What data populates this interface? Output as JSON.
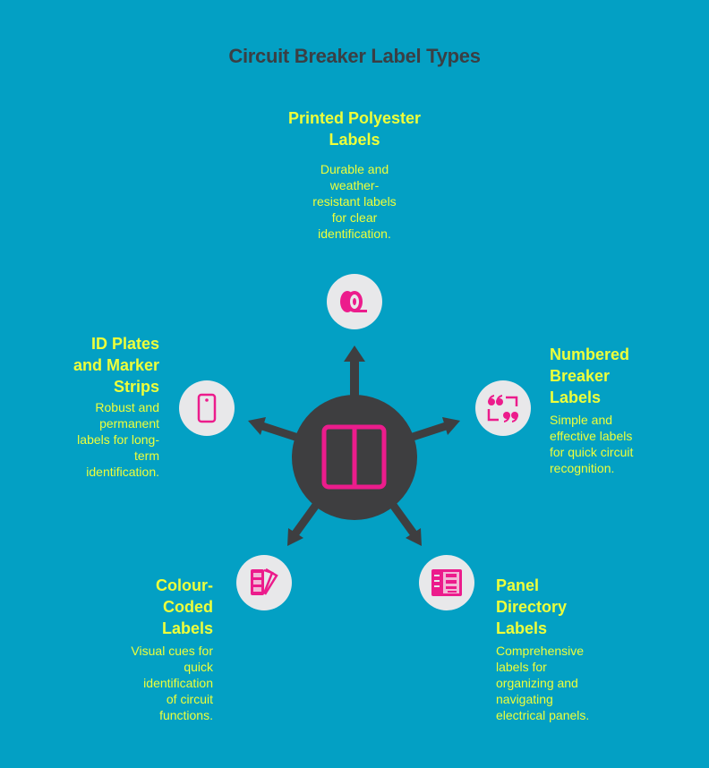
{
  "title": "Circuit Breaker Label Types",
  "colors": {
    "background": "#03A0C4",
    "title": "#3A3F44",
    "hub": "#3E3E40",
    "accent_pink": "#EC1C8C",
    "text_yellow": "#EEFF3A",
    "node_fill": "#E8E8EA"
  },
  "hub": {
    "icon": "circuit-breaker-icon"
  },
  "items": [
    {
      "title": "Printed Polyester Labels",
      "title_lines": [
        "Printed Polyester",
        "Labels"
      ],
      "description_lines": [
        "Durable and",
        "weather-",
        "resistant labels",
        "for clear",
        "identification."
      ],
      "icon": "tape-roll-icon"
    },
    {
      "title": "Numbered Breaker Labels",
      "title_lines": [
        "Numbered",
        "Breaker",
        "Labels"
      ],
      "description_lines": [
        "Simple and",
        "effective labels",
        "for quick circuit",
        "recognition."
      ],
      "icon": "quote-icon"
    },
    {
      "title": "Panel Directory Labels",
      "title_lines": [
        "Panel",
        "Directory",
        "Labels"
      ],
      "description_lines": [
        "Comprehensive",
        "labels for",
        "organizing and",
        "navigating",
        "electrical panels."
      ],
      "icon": "directory-list-icon"
    },
    {
      "title": "Colour-Coded Labels",
      "title_lines": [
        "Colour-",
        "Coded",
        "Labels"
      ],
      "description_lines": [
        "Visual cues for",
        "quick",
        "identification",
        "of circuit",
        "functions."
      ],
      "icon": "color-swatch-icon"
    },
    {
      "title": "ID Plates and Marker Strips",
      "title_lines": [
        "ID Plates",
        "and Marker",
        "Strips"
      ],
      "description_lines": [
        "Robust and",
        "permanent",
        "labels for long-",
        "term",
        "identification."
      ],
      "icon": "id-plate-icon"
    }
  ]
}
